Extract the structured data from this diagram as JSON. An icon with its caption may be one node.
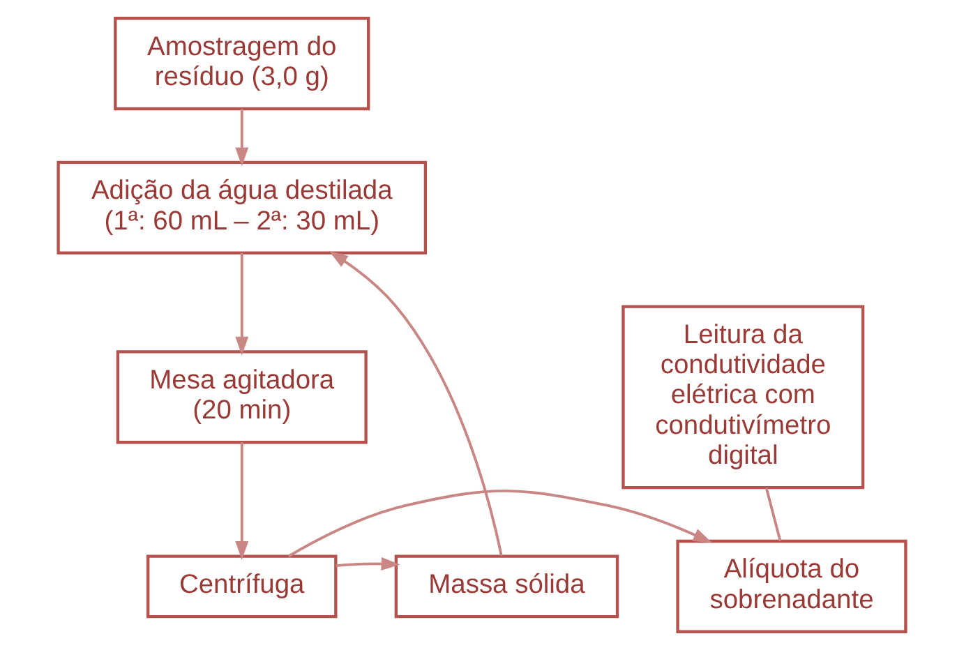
{
  "diagram": {
    "nodes": [
      {
        "text": [
          "Amostragem do resíduo (3,0 g)"
        ]
      },
      {
        "text": [
          "Adição da água destilada (1ª: 60 mL – 2ª: 30 mL)"
        ]
      },
      {
        "text": [
          "Leitura da condutividade elétrica com condutivímetro digital"
        ]
      },
      {
        "text": [
          "Mesa agitadora (20 min)"
        ]
      },
      {
        "text": [
          "Alíquota do sobrenadante"
        ]
      },
      {
        "text": [
          "Centrífuga"
        ]
      },
      {
        "text": [
          "Massa sólida"
        ]
      }
    ],
    "edges": [
      {
        "from": 0,
        "to": 1,
        "arrow": "to"
      },
      {
        "from": 1,
        "to": 3,
        "arrow": "to"
      },
      {
        "from": 3,
        "to": 5,
        "arrow": "to"
      },
      {
        "from": 5,
        "to": 4,
        "arrow": "to"
      },
      {
        "from": 5,
        "to": 6,
        "arrow": "to"
      },
      {
        "from": 6,
        "to": 1,
        "arrow": "to"
      },
      {
        "from": 4,
        "to": 2,
        "arrow": "none"
      }
    ]
  }
}
